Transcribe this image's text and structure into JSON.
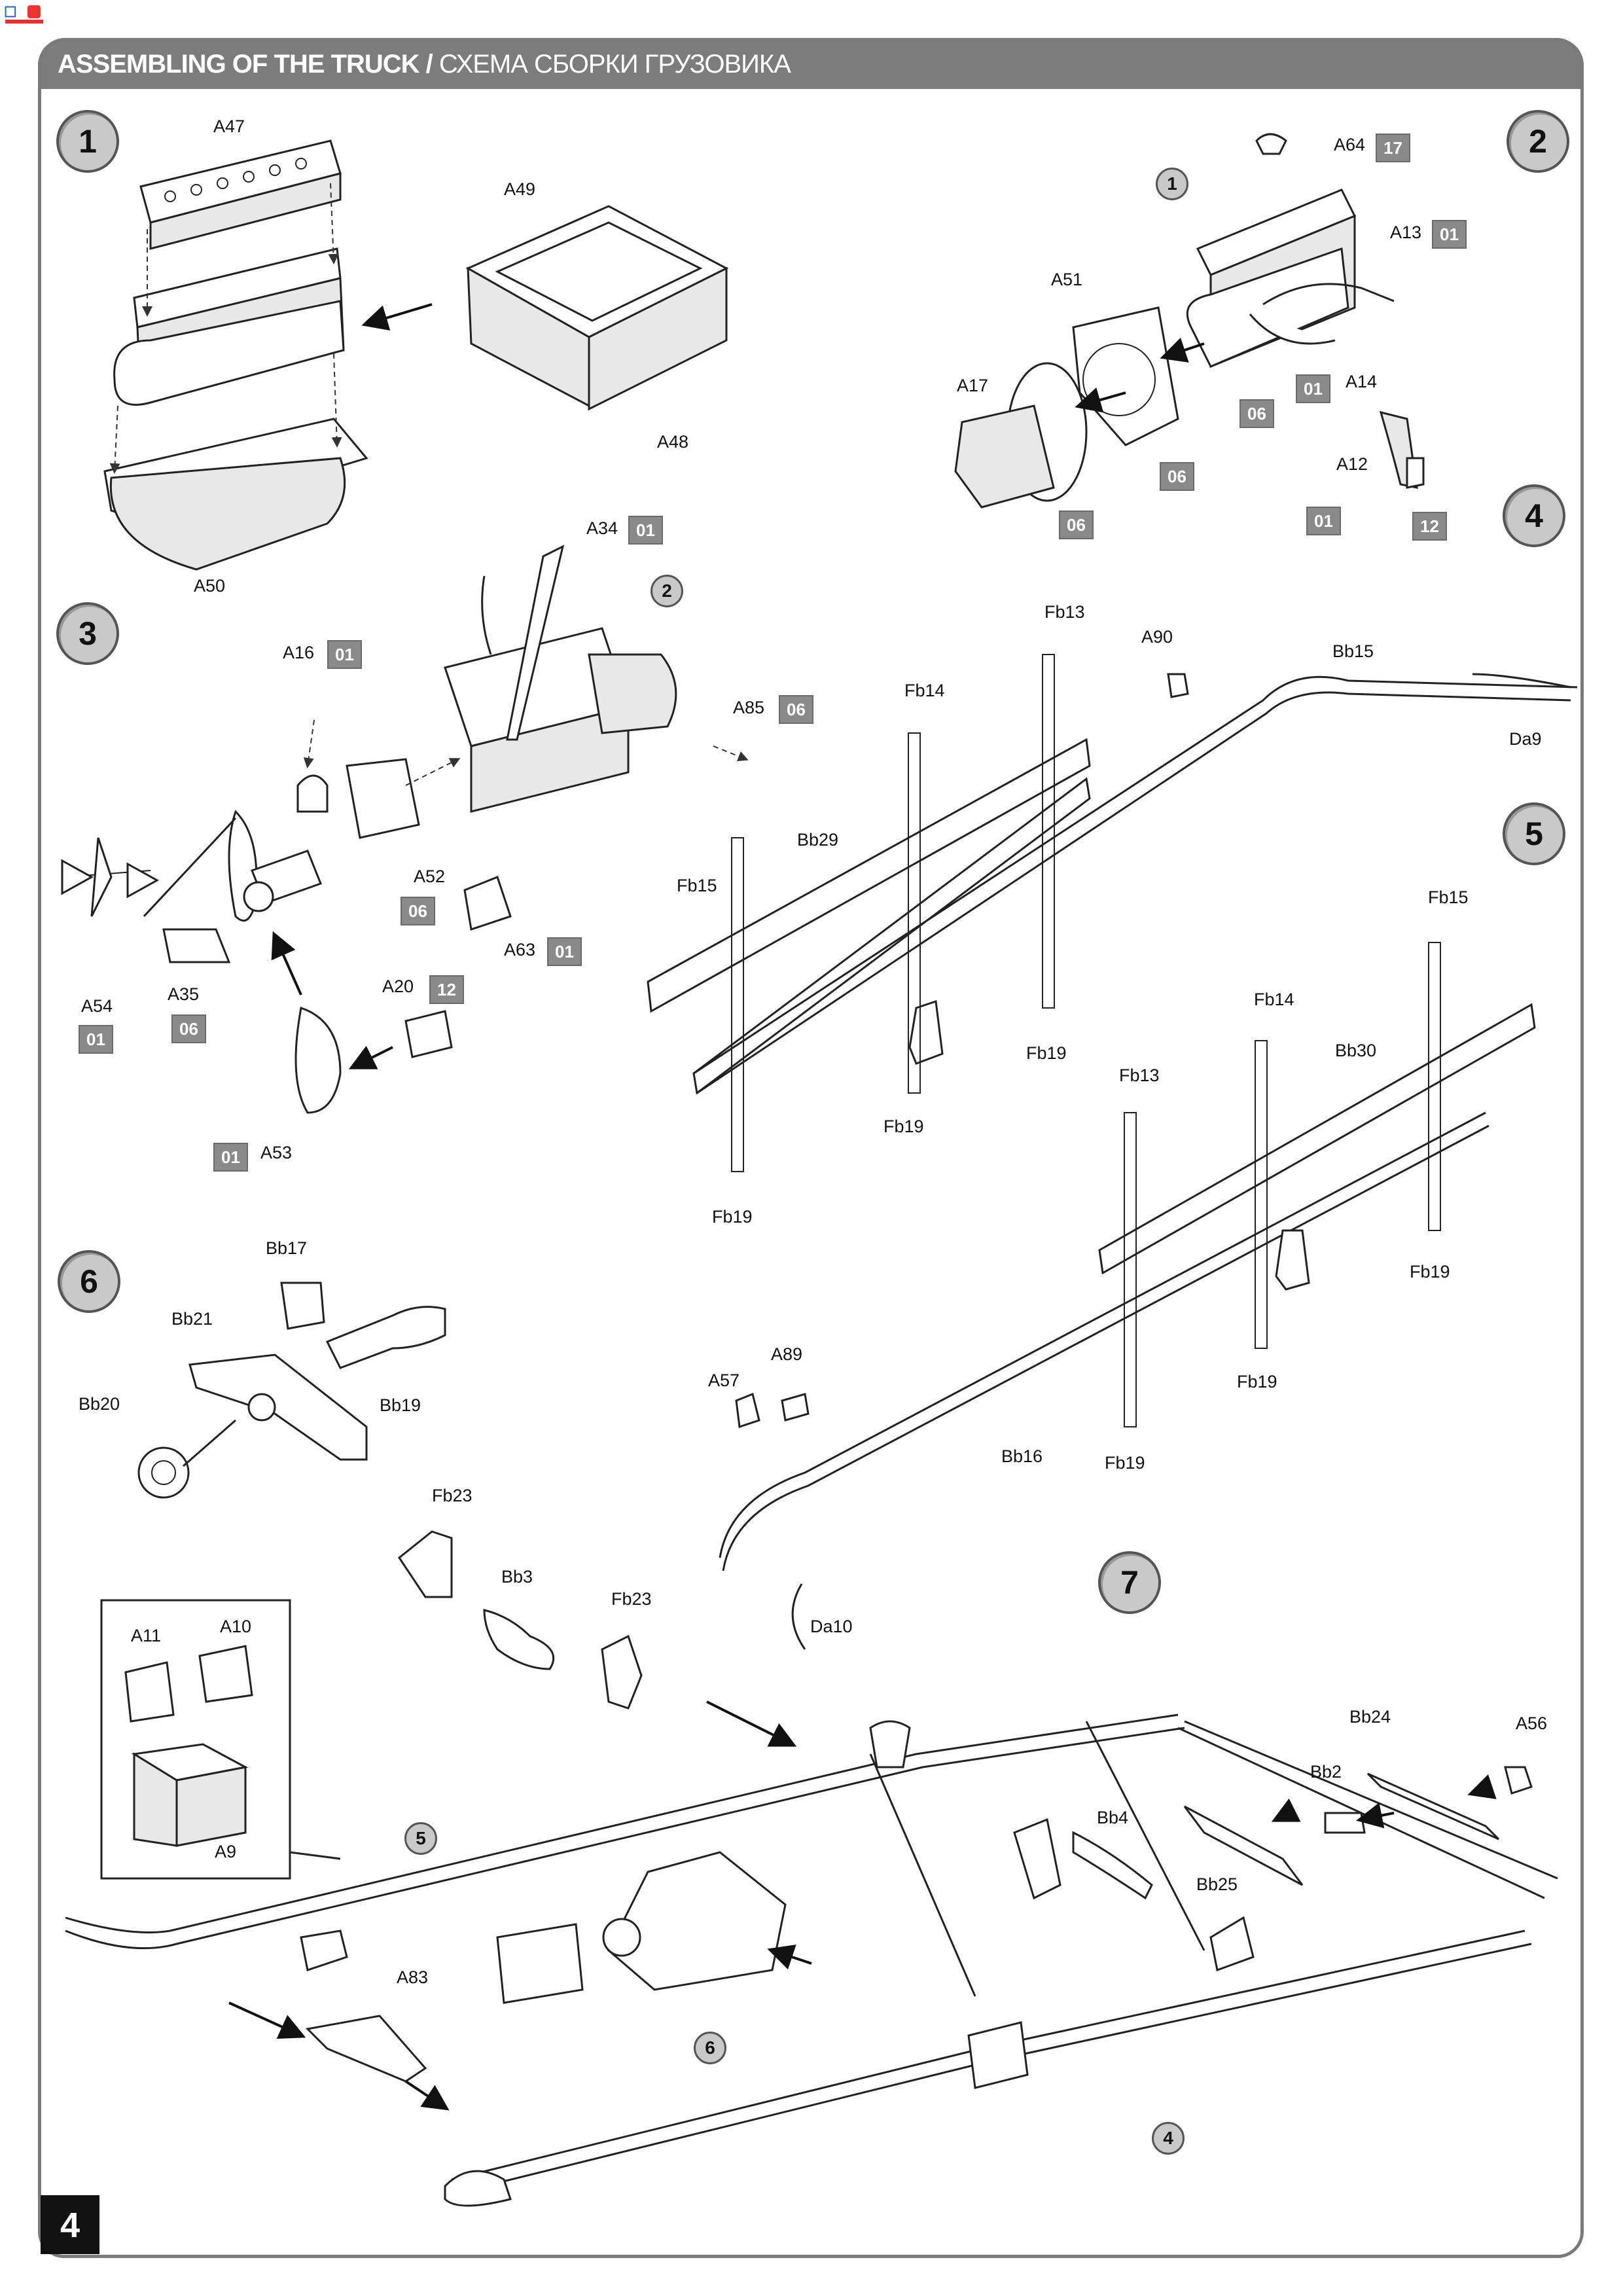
{
  "header": {
    "title_en": "ASSEMBLING OF THE TRUCK",
    "separator": "/",
    "title_ru": "СХЕМА СБОРКИ ГРУЗОВИКА"
  },
  "page_number": "4",
  "steps": {
    "s1": "1",
    "s2": "2",
    "s3": "3",
    "s4": "4",
    "s5": "5",
    "s6": "6",
    "s7": "7"
  },
  "refs": {
    "r1": "1",
    "r2": "2",
    "r5": "5",
    "r6": "6",
    "r4": "4"
  },
  "labels": {
    "A47": "A47",
    "A49": "A49",
    "A48": "A48",
    "A50": "A50",
    "A64": "A64",
    "A13": "A13",
    "A51": "A51",
    "A17": "A17",
    "A14": "A14",
    "A12": "A12",
    "A34": "A34",
    "A16": "A16",
    "A85": "A85",
    "A52": "A52",
    "A63": "A63",
    "A54": "A54",
    "A35": "A35",
    "A20": "A20",
    "A53": "A53",
    "Fb13a": "Fb13",
    "A90": "A90",
    "Bb15": "Bb15",
    "Fb14a": "Fb14",
    "Bb29": "Bb29",
    "Fb15a": "Fb15",
    "Da9": "Da9",
    "Fb19a": "Fb19",
    "Fb19b": "Fb19",
    "Fb19c": "Fb19",
    "Fb15b": "Fb15",
    "Fb14b": "Fb14",
    "Bb30": "Bb30",
    "Fb13b": "Fb13",
    "Fb19d": "Fb19",
    "Fb19e": "Fb19",
    "Fb19f": "Fb19",
    "A89": "A89",
    "A57": "A57",
    "Bb16": "Bb16",
    "Da10": "Da10",
    "Bb17": "Bb17",
    "Bb21": "Bb21",
    "Bb19": "Bb19",
    "Bb20": "Bb20",
    "Fb23a": "Fb23",
    "Bb3": "Bb3",
    "Fb23b": "Fb23",
    "A11": "A11",
    "A10": "A10",
    "A9": "A9",
    "Bb24": "Bb24",
    "A56": "A56",
    "Bb2": "Bb2",
    "Bb4": "Bb4",
    "Bb25": "Bb25",
    "A83": "A83"
  },
  "badges": {
    "A64": "17",
    "A13": "01",
    "A14": "01",
    "A51": "06",
    "A17": "06",
    "A50x": "06",
    "A12a": "01",
    "A12b": "12",
    "A34": "01",
    "A16": "01",
    "A85": "06",
    "A52": "06",
    "A63": "01",
    "A54": "01",
    "A35": "06",
    "A20": "12",
    "A53": "01"
  },
  "colors": {
    "header_bg": "#7c7c7c",
    "badge_bg": "#8a8a8a",
    "step_bg": "#c9c9c9"
  }
}
